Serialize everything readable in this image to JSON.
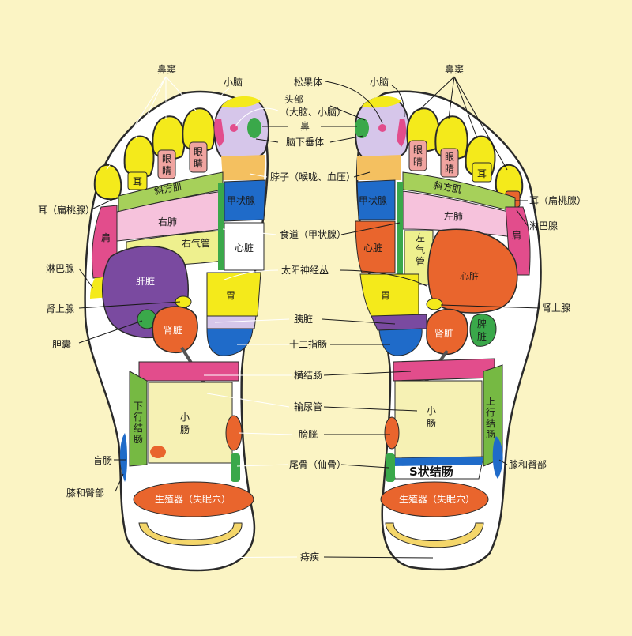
{
  "colors": {
    "background": "#fbf4c4",
    "outline": "#2a2a2a",
    "toe_yellow": "#f4ea1b",
    "green": "#76b943",
    "pink": "#f2a8c8",
    "magenta": "#e24d8c",
    "blue": "#1f6bc9",
    "orange": "#e9652d",
    "purple": "#7a4aa0",
    "cream": "#f6f1b4"
  },
  "center_labels": {
    "pineal": "松果体",
    "head": "头部",
    "head_sub": "（大脑、小脑）",
    "nose": "鼻",
    "pituitary": "脑下垂体",
    "neck": "脖子（喉咙、血压）",
    "esophagus": "食道（甲状腺）",
    "solar_plexus": "太阳神经丛",
    "pancreas": "胰脏",
    "duodenum": "十二指肠",
    "transverse_colon": "横结肠",
    "ureter": "输尿管",
    "bladder": "膀胱",
    "coccyx": "尾骨（仙骨）",
    "hemorrhoids": "痔疾"
  },
  "left_outer_labels": {
    "sinus": "鼻窦",
    "cerebellum": "小脑",
    "ear_tonsil": "耳（扁桃腺）",
    "lymph": "淋巴腺",
    "adrenal": "肾上腺",
    "gallbladder": "胆囊",
    "cecum": "盲肠",
    "knee_hip": "膝和臀部"
  },
  "right_outer_labels": {
    "sinus": "鼻窦",
    "cerebellum": "小脑",
    "ear_tonsil": "耳（扁桃腺）",
    "lymph": "淋巴腺",
    "adrenal": "肾上腺",
    "knee_hip": "膝和臀部"
  },
  "left_foot": {
    "ear": "耳",
    "eye1": "眼睛",
    "eye2": "眼睛",
    "trapezius": "斜方肌",
    "lung": "右肺",
    "bronchus": "右气管",
    "shoulder": "肩",
    "thyroid": "甲状腺",
    "heart": "心脏",
    "liver": "肝脏",
    "stomach": "胃",
    "kidney": "肾脏",
    "descending_colon": "下行结肠",
    "small_intestine": "小肠",
    "genital": "生殖器（失眠穴）"
  },
  "right_foot": {
    "ear": "耳",
    "eye1": "眼睛",
    "eye2": "眼睛",
    "trapezius": "斜方肌",
    "lung": "左肺",
    "bronchus": "左气管",
    "shoulder": "肩",
    "thyroid": "甲状腺",
    "heart_small": "心脏",
    "heart_big": "心脏",
    "stomach": "胃",
    "kidney": "肾脏",
    "spleen": "脾脏",
    "ascending_colon": "上行结肠",
    "small_intestine": "小肠",
    "s_colon": "S状结肠",
    "genital": "生殖器（失眠穴）"
  }
}
